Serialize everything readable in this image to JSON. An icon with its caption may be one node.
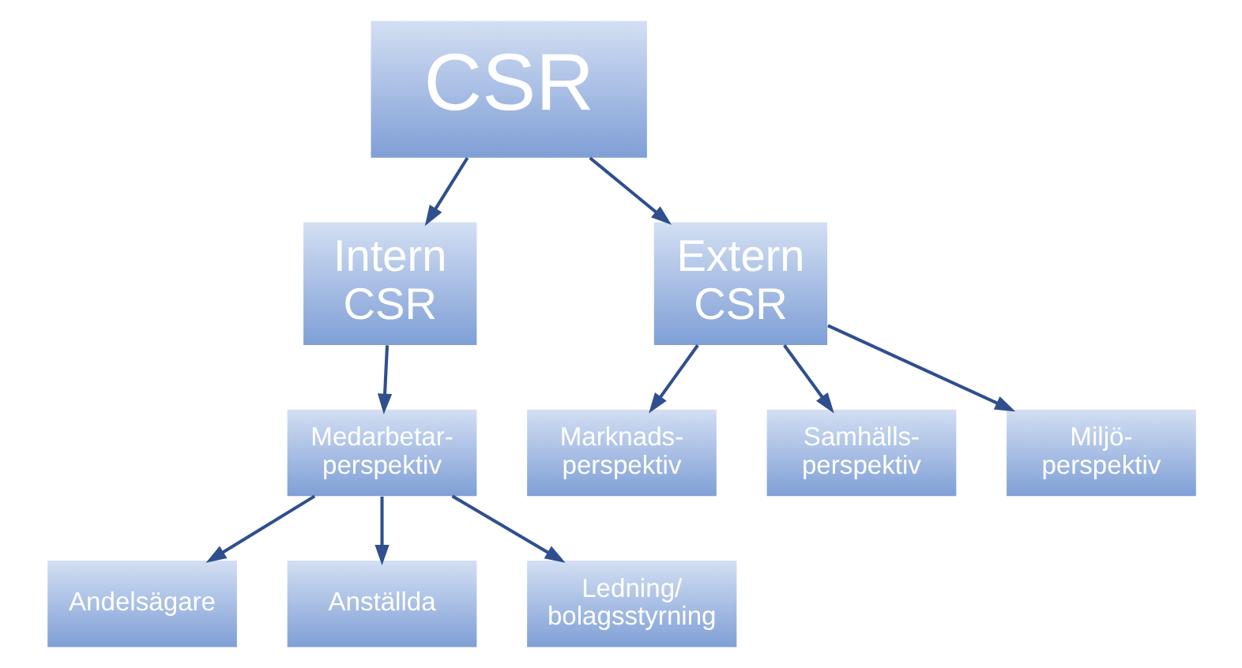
{
  "diagram": {
    "nodes": [
      {
        "text": [
          "CSR"
        ]
      },
      {
        "text": [
          "Intern CSR"
        ]
      },
      {
        "text": [
          "Extern CSR"
        ]
      },
      {
        "text": [
          "Medarbetar- perspektiv"
        ]
      },
      {
        "text": [
          "Andelsägare"
        ]
      },
      {
        "text": [
          "Anställda"
        ]
      },
      {
        "text": [
          "Ledning/ bolagsstyrning"
        ]
      },
      {
        "text": [
          "Marknads- perspektiv"
        ]
      },
      {
        "text": [
          "Samhälls- perspektiv"
        ]
      },
      {
        "text": [
          "Miljö- perspektiv"
        ]
      }
    ],
    "edges": [
      {
        "from": 0,
        "to": 1,
        "arrow": "to"
      },
      {
        "from": 0,
        "to": 2,
        "arrow": "to"
      },
      {
        "from": 1,
        "to": 3,
        "arrow": "to"
      },
      {
        "from": 3,
        "to": 4,
        "arrow": "to"
      },
      {
        "from": 3,
        "to": 5,
        "arrow": "to"
      },
      {
        "from": 3,
        "to": 6,
        "arrow": "to"
      },
      {
        "from": 2,
        "to": 7,
        "arrow": "to"
      },
      {
        "from": 2,
        "to": 8,
        "arrow": "to"
      },
      {
        "from": 2,
        "to": 9,
        "arrow": "to"
      }
    ]
  }
}
